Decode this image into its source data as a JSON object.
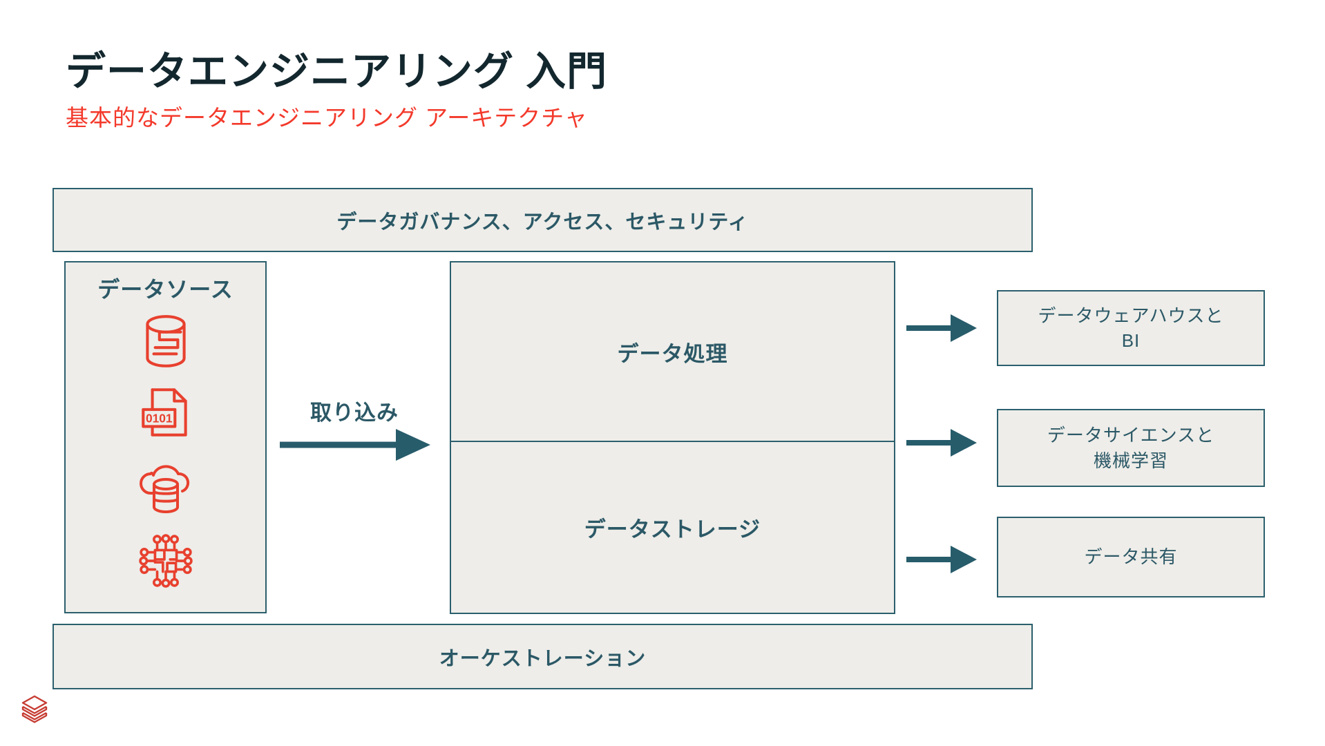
{
  "page": {
    "title": "データエンジニアリング 入門",
    "subtitle": "基本的なデータエンジニアリング アーキテクチャ"
  },
  "diagram": {
    "governance_bar": "データガバナンス、アクセス、セキュリティ",
    "sources": {
      "label": "データソース",
      "binary_text": "0101",
      "icons": [
        "database-icon",
        "binary-file-icon",
        "cloud-database-icon",
        "circuit-icon"
      ]
    },
    "ingest": {
      "label": "取り込み"
    },
    "pipeline": {
      "processing": "データ処理",
      "storage": "データストレージ"
    },
    "outputs": [
      {
        "lines": [
          "データウェアハウスと",
          "BI"
        ]
      },
      {
        "lines": [
          "データサイエンスと",
          "機械学習"
        ]
      },
      {
        "lines": [
          "データ共有"
        ]
      }
    ],
    "orchestration_bar": "オーケストレーション"
  },
  "colors": {
    "title_navy": "#13272e",
    "subtitle_red": "#f3392b",
    "box_background": "#eeede9",
    "border_teal": "#2b5f6d",
    "text_teal": "#2b5866",
    "icon_red": "#e8402e",
    "logo_red": "#c63c32"
  },
  "branding": {
    "logo": "databricks-logo"
  }
}
